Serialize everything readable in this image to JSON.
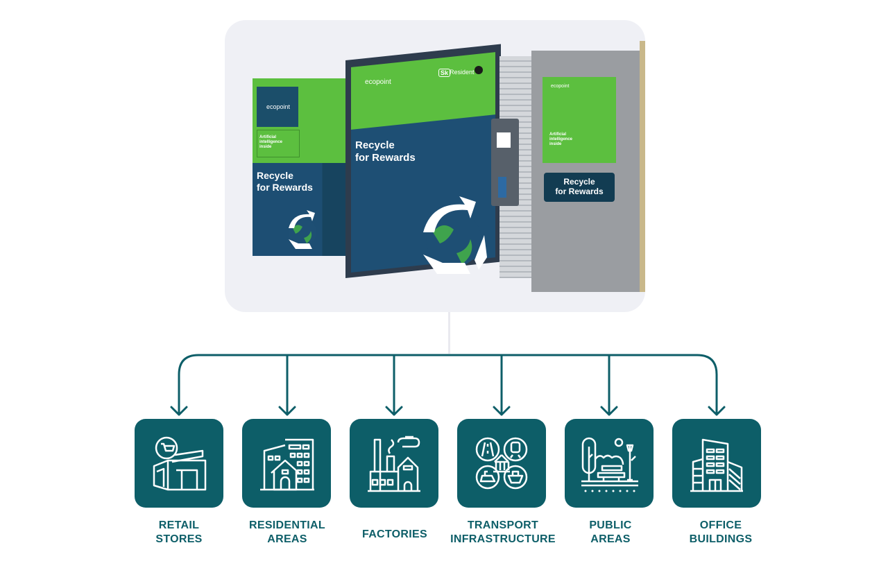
{
  "hero": {
    "description": "Ecopoint recycling machines",
    "left_kiosk": {
      "brand": "ecopoint",
      "ai_text": [
        "Artificial",
        "intelligence",
        "inside"
      ],
      "slogan": [
        "Recycle",
        "for Rewards"
      ]
    },
    "center_kiosk": {
      "brand": "ecopoint",
      "partner": "Resident",
      "partner_badge": "Sk",
      "slogan": [
        "Recycle",
        "for Rewards"
      ]
    },
    "wall_panel": {
      "brand": "ecopoint",
      "ai_text": [
        "Artificial",
        "intelligence",
        "inside"
      ],
      "slogan": [
        "Recycle",
        "for Rewards"
      ]
    }
  },
  "colors": {
    "teal": "#0d5e68",
    "hero_bg": "#eff0f5",
    "green": "#5cbf3f",
    "navy": "#1e4f74"
  },
  "destinations": [
    {
      "icon": "retail-store-icon",
      "label": [
        "RETAIL",
        "STORES"
      ]
    },
    {
      "icon": "residential-buildings-icon",
      "label": [
        "RESIDENTIAL",
        "AREAS"
      ]
    },
    {
      "icon": "factory-icon",
      "label": [
        "FACTORIES"
      ]
    },
    {
      "icon": "transport-hub-icon",
      "label": [
        "TRANSPORT",
        "INFRASTRUCTURE"
      ]
    },
    {
      "icon": "park-bench-icon",
      "label": [
        "PUBLIC",
        "AREAS"
      ]
    },
    {
      "icon": "office-building-icon",
      "label": [
        "OFFICE",
        "BUILDINGS"
      ]
    }
  ]
}
